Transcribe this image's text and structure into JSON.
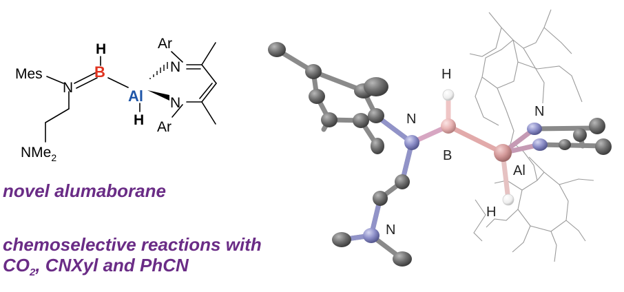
{
  "structure": {
    "H_top": "H",
    "B": "B",
    "N": "N",
    "Mes": "Mes",
    "Al": "Al",
    "H_bottom": "H",
    "Ar_top": "Ar",
    "Ar_bottom": "Ar",
    "N_top": "N",
    "N_bottom": "N",
    "NMe2": "NMe",
    "NMe2_sub": "2",
    "colors": {
      "boron": "#e0321e",
      "aluminum": "#1f56a8",
      "bond": "#000000"
    }
  },
  "crystal": {
    "labels": {
      "H_top": "H",
      "N_left": "N",
      "B": "B",
      "N_right": "N",
      "Al": "Al",
      "H_bottom": "H",
      "N_bottom": "N"
    },
    "colors": {
      "carbon": "#6e6e6e",
      "nitrogen": "#8c8ec8",
      "boron": "#e8b4b4",
      "aluminum": "#d9a0a0",
      "hydrogen": "#f2f2f2",
      "wire": "#9a9a9a"
    }
  },
  "captions": {
    "line1": "novel alumaborane",
    "line2a": "chemoselective reactions with",
    "line2b_co": "CO",
    "line2b_sub": "2",
    "line2b_rest": ", CNXyl and PhCN",
    "color": "#6a2c86"
  }
}
